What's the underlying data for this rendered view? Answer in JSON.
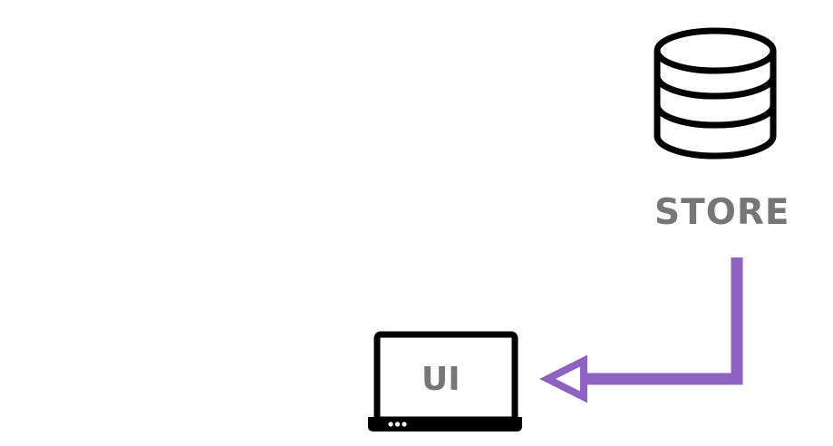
{
  "nodes": {
    "store": {
      "label": "STORE",
      "icon": "database-icon"
    },
    "ui": {
      "label": "UI",
      "icon": "laptop-icon"
    }
  },
  "edges": [
    {
      "from": "store",
      "to": "ui"
    }
  ],
  "colors": {
    "label_text": "#767676",
    "icon_stroke": "#000000",
    "arrow": "#8e62c0",
    "background": "#ffffff"
  }
}
